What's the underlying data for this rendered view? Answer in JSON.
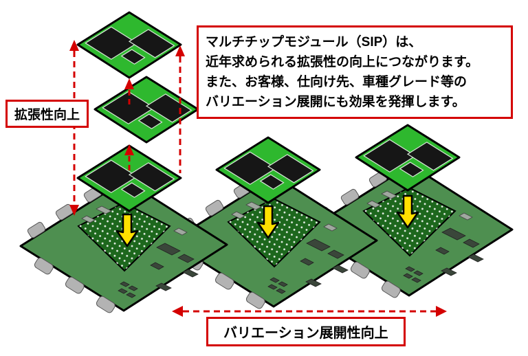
{
  "callout": {
    "lines": [
      "マルチチップモジュール（SIP）は、",
      "近年求められる拡張性の向上につながります。",
      "また、お客様、仕向け先、車種グレード等の",
      "バリエーション展開にも効果を発揮します。"
    ]
  },
  "labels": {
    "expandability": "拡張性向上",
    "variation": "バリエーション展開性向上"
  },
  "diagram": {
    "stacked_modules": 3,
    "boards": 3,
    "insert_arrows": 3
  },
  "colors": {
    "red": "#d40000",
    "module-green": "#2eb82e",
    "board-green": "#4e8f50",
    "pad-green": "#1d671d",
    "chip-black": "#161616",
    "connector-gray": "#b3b3b3",
    "component-dark": "#3a463a",
    "component-light": "#9fa89f",
    "arrow-yellow": "#ffe000",
    "box-bg": "#ffffff",
    "text": "#000000"
  }
}
